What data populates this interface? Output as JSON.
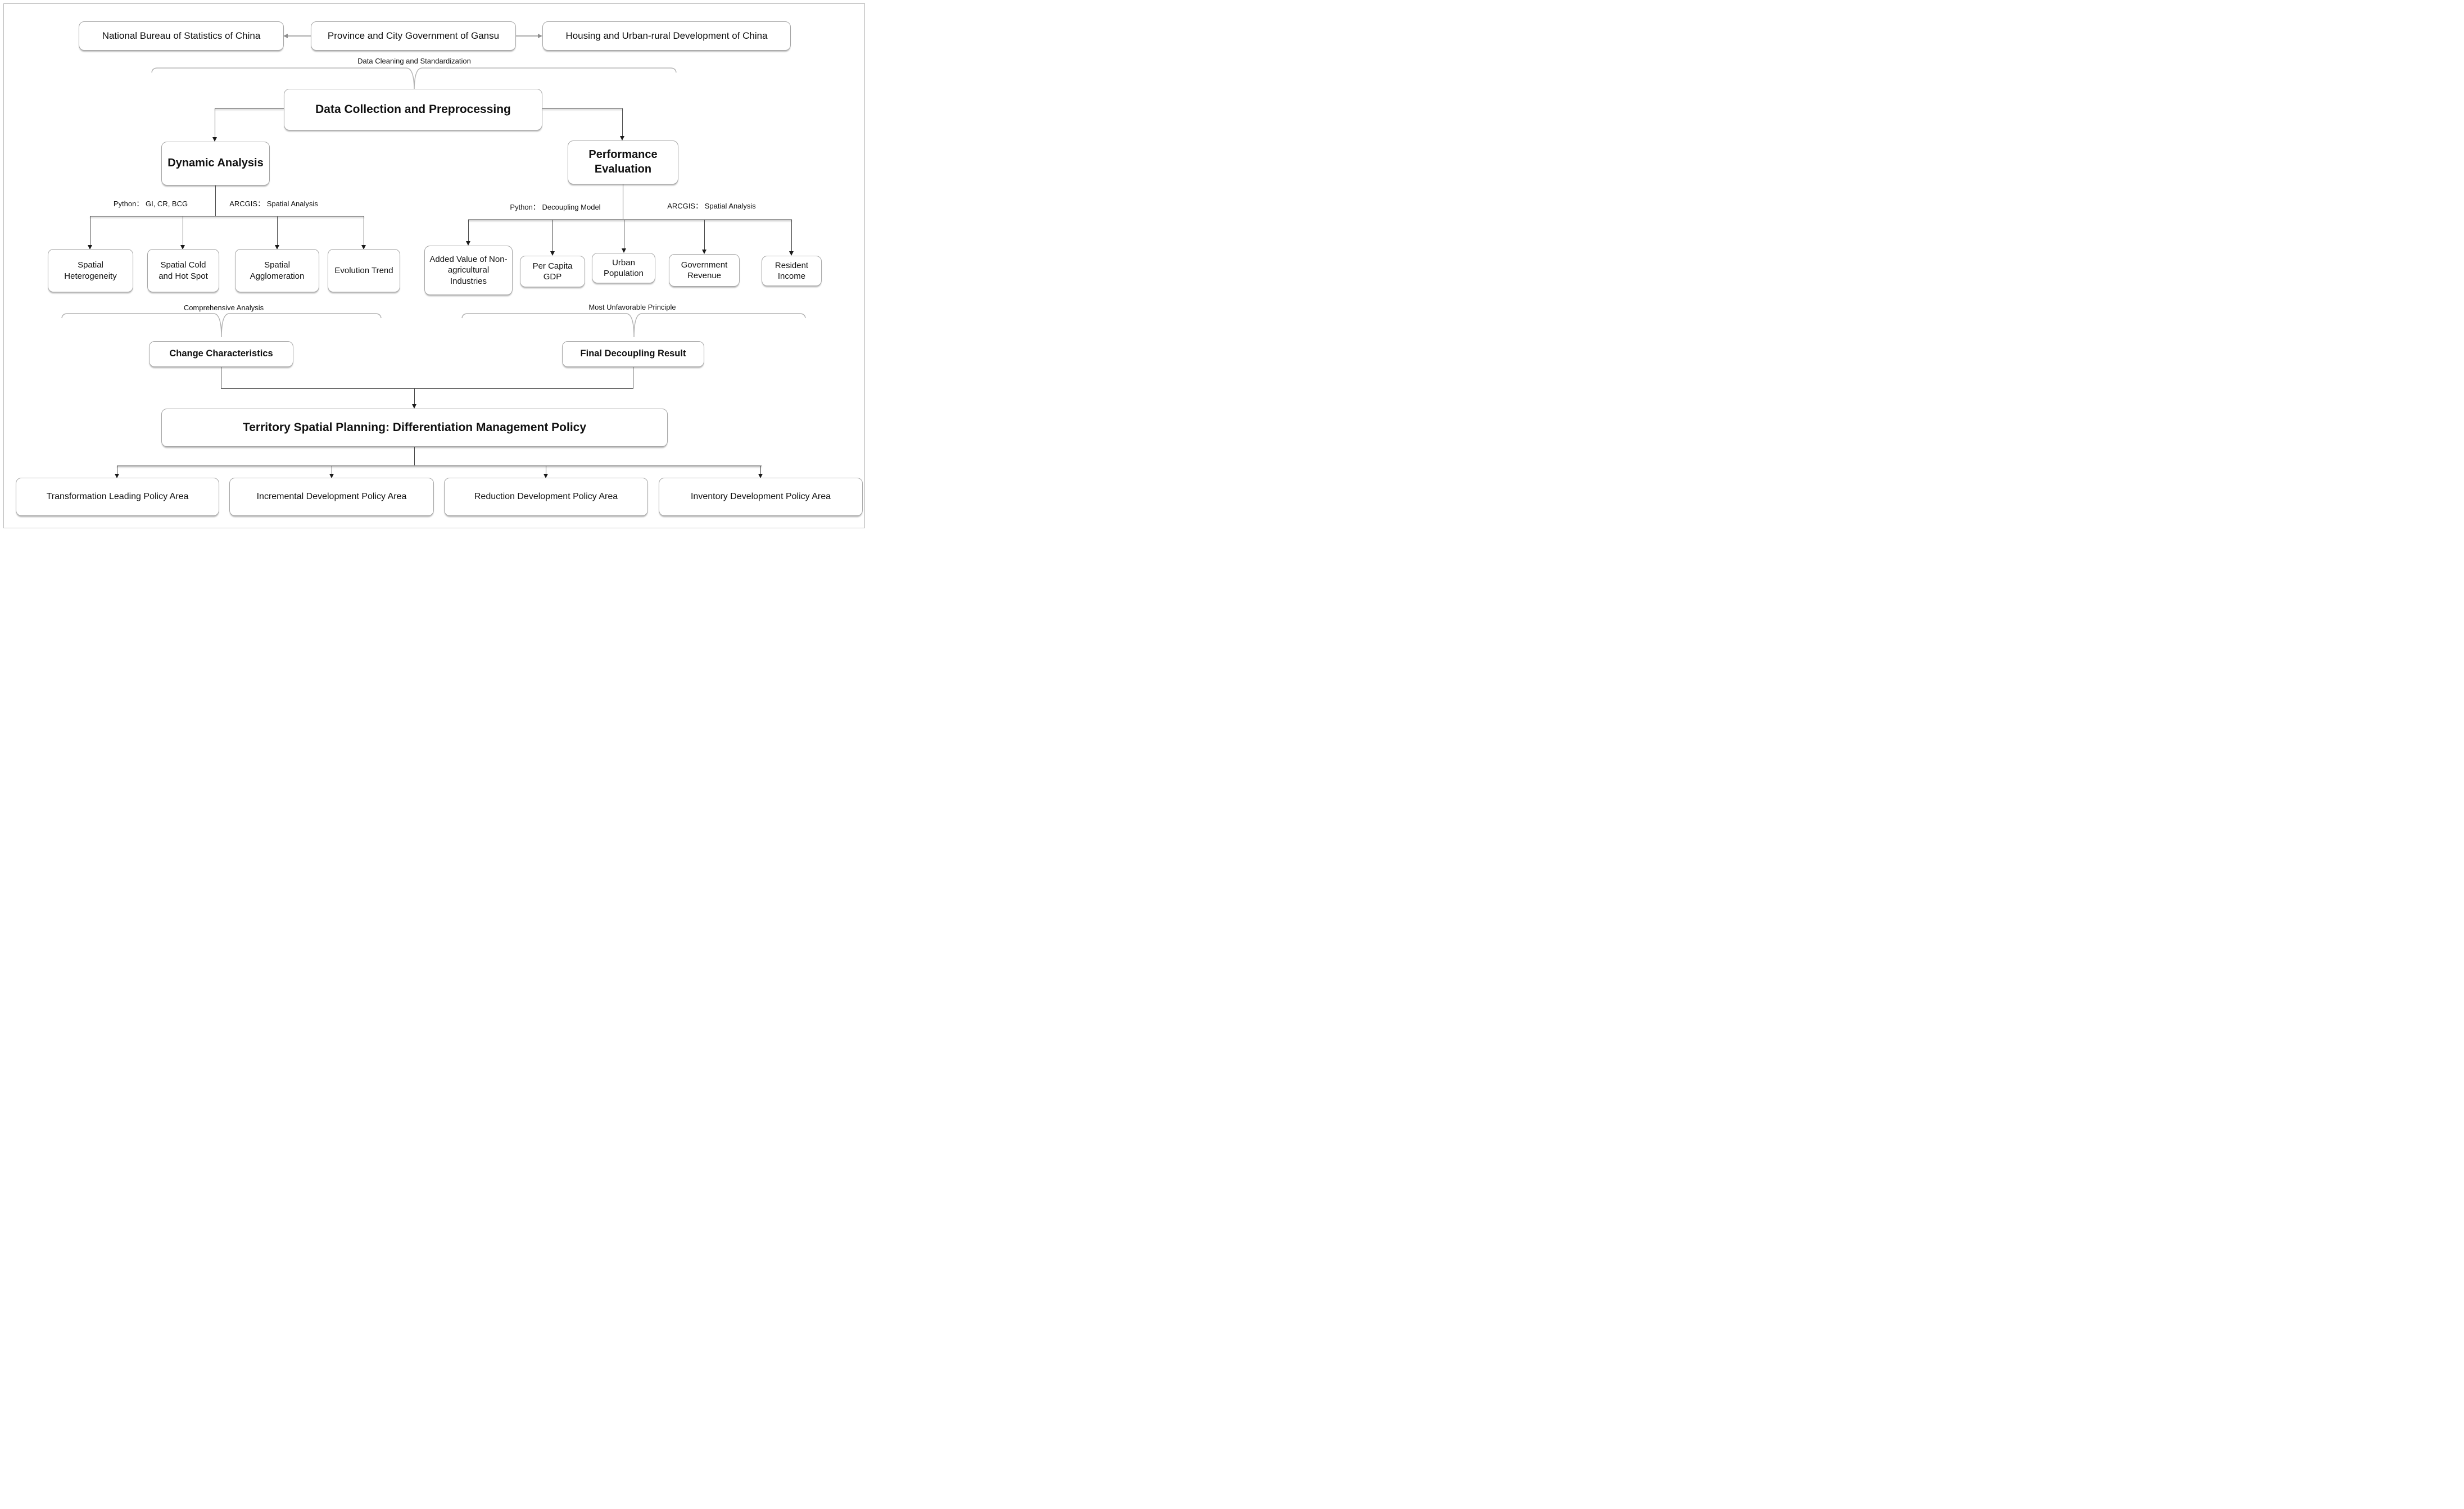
{
  "figure": {
    "sources": [
      "National Bureau of Statistics of China",
      "Province and City Government of Gansu",
      "Housing and Urban-rural Development of  China"
    ],
    "labels": {
      "data_cleaning": "Data Cleaning and Standardization",
      "comprehensive": "Comprehensive Analysis",
      "most_unfavorable": "Most Unfavorable Principle"
    },
    "tools": {
      "left": [
        "Python： GI, CR, BCG",
        "ARCGIS： Spatial Analysis"
      ],
      "right": [
        "Python： Decoupling Model",
        "ARCGIS： Spatial Analysis"
      ]
    },
    "stages": {
      "data_collection": "Data Collection and Preprocessing",
      "dynamic_analysis": "Dynamic Analysis",
      "performance_evaluation": "Performance Evaluation"
    },
    "left_leaves": [
      "Spatial Heterogeneity",
      "Spatial Cold and Hot Spot",
      "Spatial Agglomeration",
      "Evolution Trend"
    ],
    "right_leaves": [
      "Added Value of Non-agricultural Industries",
      "Per Capita GDP",
      "Urban Population",
      "Government Revenue",
      "Resident Income"
    ],
    "results": {
      "change": "Change Characteristics",
      "final": "Final Decoupling Result"
    },
    "policy": "Territory Spatial Planning: Differentiation Management Policy",
    "policy_areas": [
      "Transformation Leading Policy Area",
      "Incremental Development Policy Area",
      "Reduction Development Policy Area",
      "Inventory Development Policy Area"
    ],
    "colors": {
      "box_border": "#a6a6a6",
      "connector": "#9c9c9c",
      "arrow": "#1a1a1a",
      "text": "#111111",
      "background": "#ffffff"
    }
  }
}
